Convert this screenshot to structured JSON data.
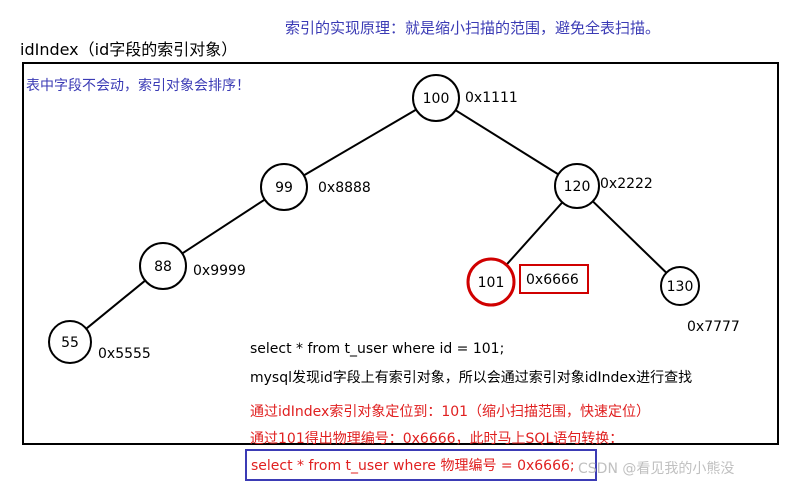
{
  "header": {
    "caption": "索引的实现原理：就是缩小扫描的范围，避免全表扫描。",
    "index_title": "idIndex（id字段的索引对象）"
  },
  "frame": {
    "note": "表中字段不会动，索引对象会排序！"
  },
  "tree": {
    "nodes": [
      {
        "id": "n100",
        "value": "100",
        "address": "0x1111"
      },
      {
        "id": "n99",
        "value": "99",
        "address": "0x8888"
      },
      {
        "id": "n120",
        "value": "120",
        "address": "0x2222"
      },
      {
        "id": "n88",
        "value": "88",
        "address": "0x9999"
      },
      {
        "id": "n101",
        "value": "101",
        "address": "0x6666",
        "highlighted": true
      },
      {
        "id": "n130",
        "value": "130",
        "address": "0x7777"
      },
      {
        "id": "n55",
        "value": "55",
        "address": "0x5555"
      }
    ],
    "edges": [
      [
        "n100",
        "n99"
      ],
      [
        "n100",
        "n120"
      ],
      [
        "n99",
        "n88"
      ],
      [
        "n120",
        "n101"
      ],
      [
        "n120",
        "n130"
      ],
      [
        "n88",
        "n55"
      ]
    ],
    "highlight_color": "#d00000"
  },
  "explanation": {
    "query": "select * from t_user where id = 101;",
    "mysql_note": "mysql发现id字段上有索引对象，所以会通过索引对象idIndex进行查找",
    "locate_note": "通过idIndex索引对象定位到：101（缩小扫描范围，快速定位）",
    "convert_note": "通过101得出物理编号：0x6666，此时马上SQL语句转换：",
    "rewritten_query": "select * from t_user where 物理编号 = 0x6666;"
  },
  "watermark": "CSDN @看见我的小熊没",
  "colors": {
    "blue_text": "#3b3bb5",
    "red_text": "#e02020",
    "black": "#000000"
  }
}
